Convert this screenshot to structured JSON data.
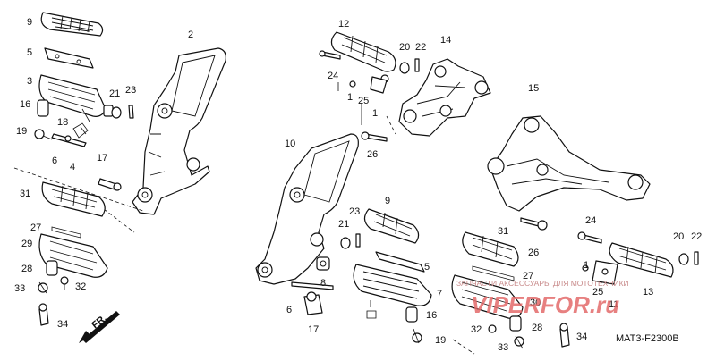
{
  "diagram": {
    "callouts": [
      {
        "id": "c9a",
        "text": "9"
      },
      {
        "id": "c5a",
        "text": "5"
      },
      {
        "id": "c3a",
        "text": "3"
      },
      {
        "id": "c2",
        "text": "2"
      },
      {
        "id": "c16a",
        "text": "16"
      },
      {
        "id": "c21a",
        "text": "21"
      },
      {
        "id": "c23a",
        "text": "23"
      },
      {
        "id": "c18",
        "text": "18"
      },
      {
        "id": "c19a",
        "text": "19"
      },
      {
        "id": "c6a",
        "text": "6"
      },
      {
        "id": "c4",
        "text": "4"
      },
      {
        "id": "c17a",
        "text": "17"
      },
      {
        "id": "c31a",
        "text": "31"
      },
      {
        "id": "c27a",
        "text": "27"
      },
      {
        "id": "c29",
        "text": "29"
      },
      {
        "id": "c28a",
        "text": "28"
      },
      {
        "id": "c33a",
        "text": "33"
      },
      {
        "id": "c32a",
        "text": "32"
      },
      {
        "id": "c34a",
        "text": "34"
      },
      {
        "id": "c12",
        "text": "12"
      },
      {
        "id": "c20a",
        "text": "20"
      },
      {
        "id": "c22",
        "text": "22"
      },
      {
        "id": "c14",
        "text": "14"
      },
      {
        "id": "c24a",
        "text": "24"
      },
      {
        "id": "c1a",
        "text": "1"
      },
      {
        "id": "c25a",
        "text": "25"
      },
      {
        "id": "c1b",
        "text": "1"
      },
      {
        "id": "c26a",
        "text": "26"
      },
      {
        "id": "c10",
        "text": "10"
      },
      {
        "id": "c15",
        "text": "15"
      },
      {
        "id": "c9b",
        "text": "9"
      },
      {
        "id": "c23b",
        "text": "23"
      },
      {
        "id": "c21b",
        "text": "21"
      },
      {
        "id": "c5b",
        "text": "5"
      },
      {
        "id": "c8",
        "text": "8"
      },
      {
        "id": "c6b",
        "text": "6"
      },
      {
        "id": "c17b",
        "text": "17"
      },
      {
        "id": "c31b",
        "text": "31"
      },
      {
        "id": "c27b",
        "text": "27"
      },
      {
        "id": "c26b",
        "text": "26"
      },
      {
        "id": "c7",
        "text": "7"
      },
      {
        "id": "c30",
        "text": "30"
      },
      {
        "id": "c16b",
        "text": "16"
      },
      {
        "id": "c19b",
        "text": "19"
      },
      {
        "id": "c32b",
        "text": "32"
      },
      {
        "id": "c28b",
        "text": "28"
      },
      {
        "id": "c33b",
        "text": "33"
      },
      {
        "id": "c34b",
        "text": "34"
      },
      {
        "id": "c24b",
        "text": "24"
      },
      {
        "id": "c20b",
        "text": "20"
      },
      {
        "id": "c22b",
        "text": "22"
      },
      {
        "id": "c25b",
        "text": "25"
      },
      {
        "id": "c1c",
        "text": "1"
      },
      {
        "id": "c13",
        "text": "13"
      },
      {
        "id": "c11",
        "text": "11"
      }
    ],
    "direction_label": "FR.",
    "drawing_code": "MAT3-F2300B"
  },
  "watermark": {
    "caption": "ЗАПЧАСТИ АКСЕССУАРЫ ДЛЯ МОТОТЕХНИКИ",
    "logo": "VIPERFOR.ru",
    "colors": {
      "caption": "#c88a8a",
      "logo": "#e36b6b"
    }
  }
}
